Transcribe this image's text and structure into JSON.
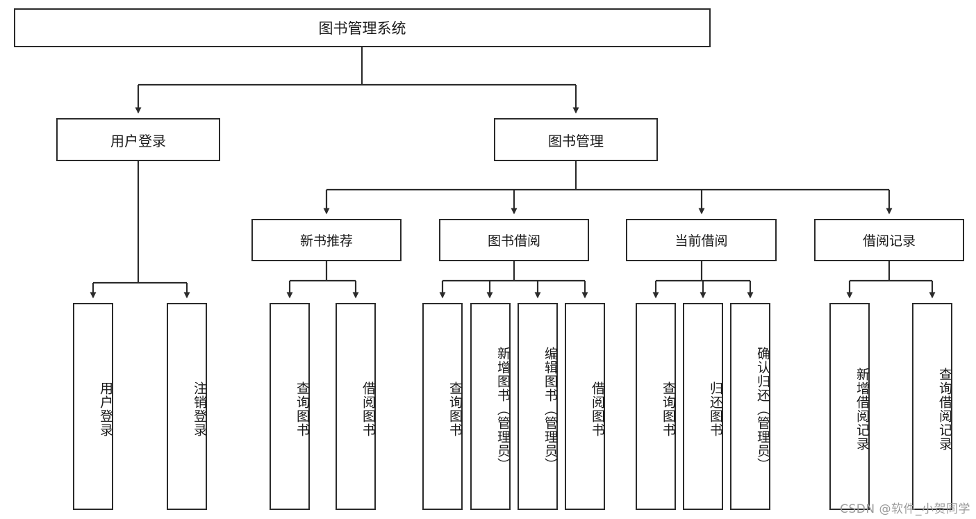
{
  "diagram": {
    "title": "图书管理系统",
    "type": "hierarchy-tree",
    "watermark": "CSDN @软件_小贺同学",
    "colors": {
      "box_border": "#2b2b2b",
      "box_fill": "#ffffff",
      "connector": "#2b2b2b",
      "background": "#ffffff",
      "watermark": "#9b9b9b"
    },
    "nodes": {
      "root": {
        "label": "图书管理系统"
      },
      "level1": [
        {
          "label": "用户登录"
        },
        {
          "label": "图书管理"
        }
      ],
      "level2": [
        {
          "label": "新书推荐"
        },
        {
          "label": "图书借阅"
        },
        {
          "label": "当前借阅"
        },
        {
          "label": "借阅记录"
        }
      ],
      "leaves": {
        "user_login": [
          {
            "label": "用户登录"
          },
          {
            "label": "注销登录"
          }
        ],
        "new_book_recommend": [
          {
            "label": "查询图书"
          },
          {
            "label": "借阅图书"
          }
        ],
        "book_borrow": [
          {
            "label": "查询图书"
          },
          {
            "label": "新增图书（管理员）"
          },
          {
            "label": "编辑图书（管理员）"
          },
          {
            "label": "借阅图书"
          }
        ],
        "current_borrow": [
          {
            "label": "查询图书"
          },
          {
            "label": "归还图书"
          },
          {
            "label": "确认归还（管理员）"
          }
        ],
        "borrow_record": [
          {
            "label": "新增借阅记录"
          },
          {
            "label": "查询借阅记录"
          }
        ]
      }
    }
  }
}
